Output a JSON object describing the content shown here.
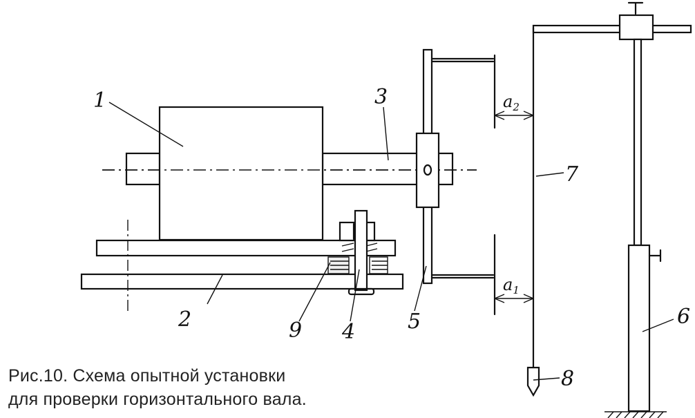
{
  "labels": {
    "motor": "1",
    "base": "2",
    "shaft": "3",
    "bolt": "4",
    "disk": "5",
    "stand": "6",
    "rod": "7",
    "weight": "8",
    "spring": "9",
    "dim_a1": "a",
    "dim_a1_sub": "1",
    "dim_a2": "a",
    "dim_a2_sub": "2"
  },
  "caption": {
    "line1": "Рис.10. Схема опытной установки",
    "line2": "для проверки горизонтального вала."
  }
}
